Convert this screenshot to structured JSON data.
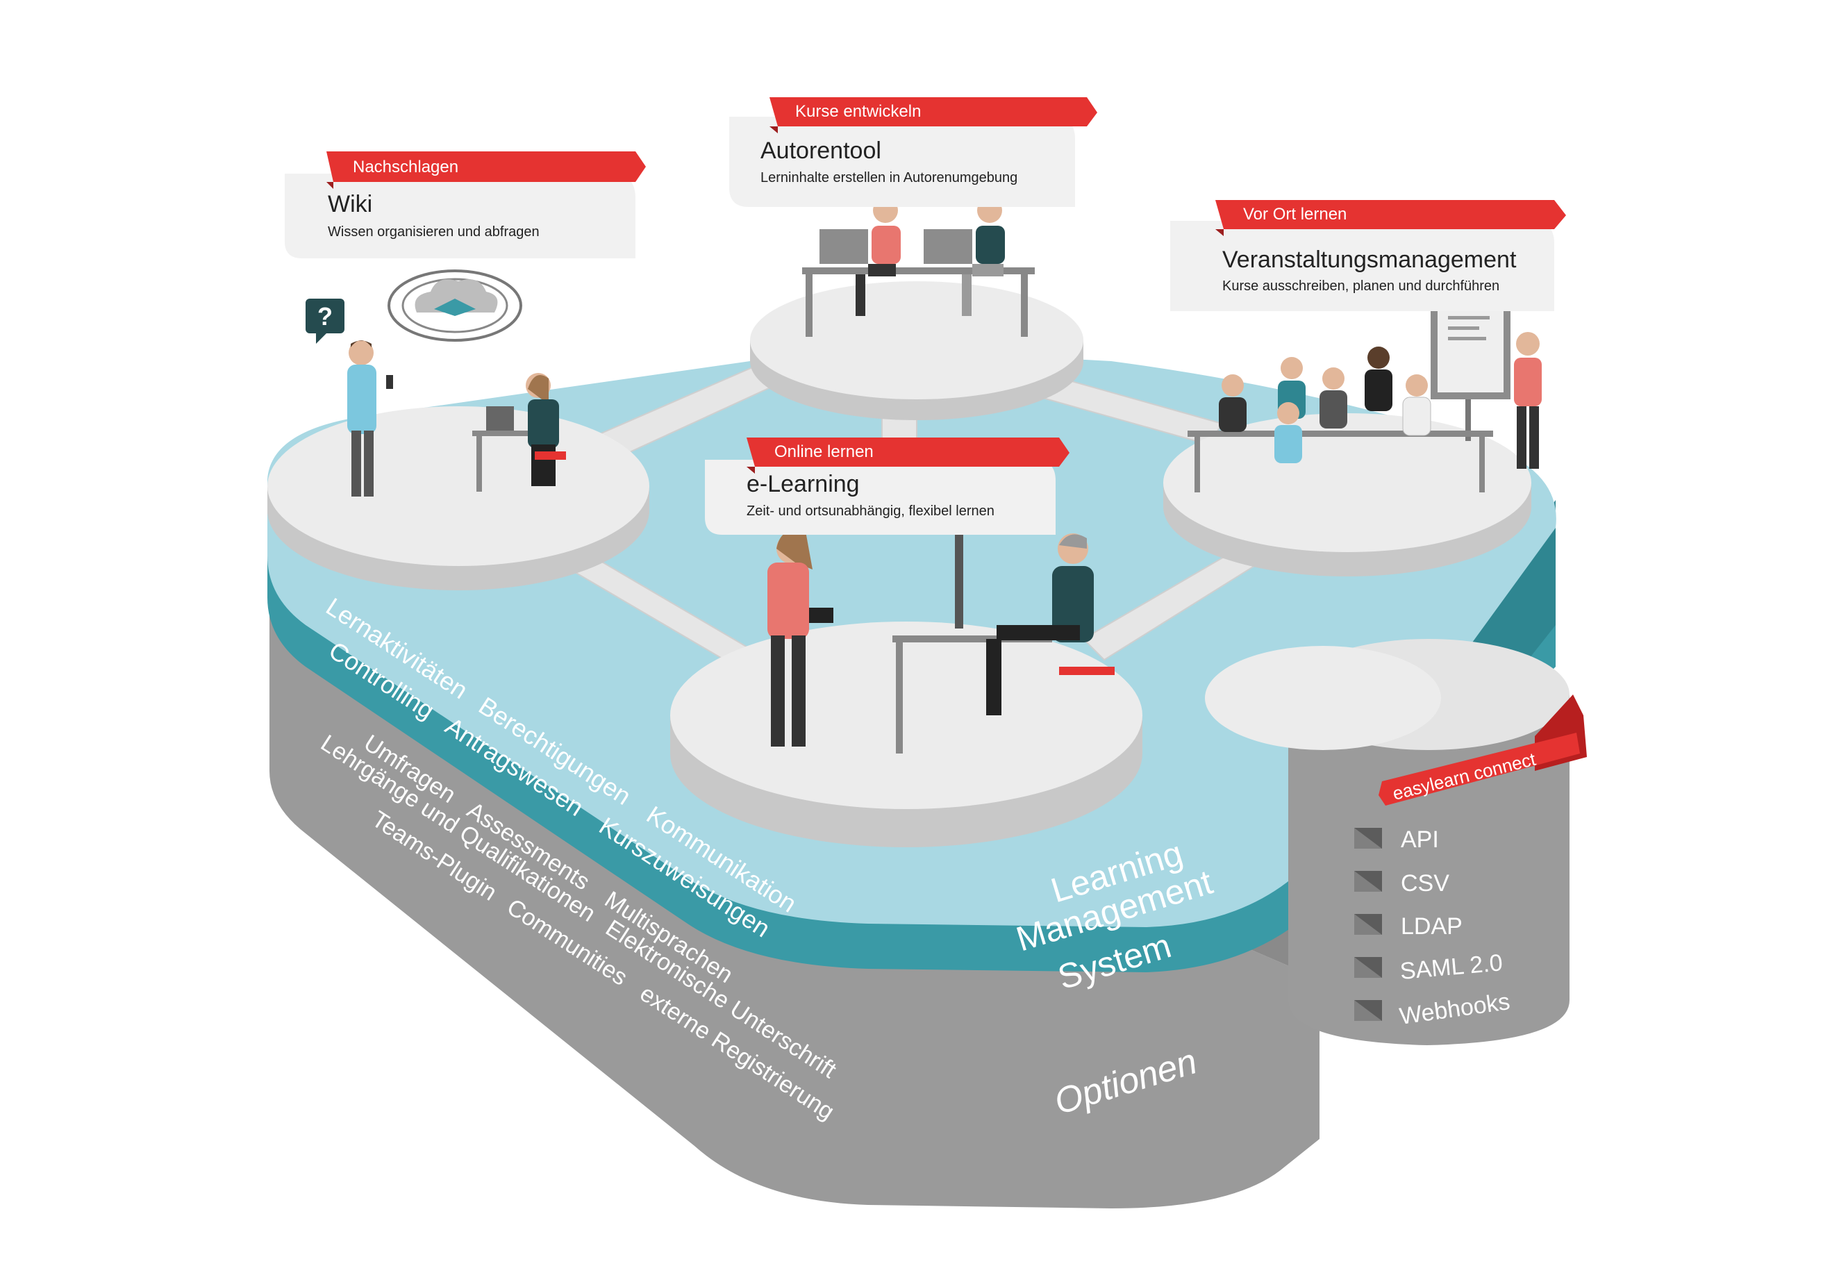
{
  "modules": {
    "wiki": {
      "tag": "Nachschlagen",
      "title": "Wiki",
      "subtitle": "Wissen organisieren und abfragen"
    },
    "autorentool": {
      "tag": "Kurse entwickeln",
      "title": "Autorentool",
      "subtitle": "Lerninhalte erstellen in Autorenumgebung"
    },
    "veranstaltung": {
      "tag": "Vor Ort lernen",
      "title": "Veranstaltungsmanagement",
      "subtitle": "Kurse ausschreiben, planen und durchführen"
    },
    "elearning": {
      "tag": "Online lernen",
      "title": "e-Learning",
      "subtitle": "Zeit- und ortsunabhängig, flexibel lernen"
    }
  },
  "lms": {
    "label_lines": [
      "Learning",
      "Management",
      "System"
    ],
    "features": [
      [
        "Lernaktivitäten",
        "Berechtigungen",
        "Kommunikation"
      ],
      [
        "Controlling",
        "Antragswesen",
        "Kurszuweisungen"
      ]
    ]
  },
  "optionen": {
    "label": "Optionen",
    "features": [
      [
        "Umfragen",
        "Assessments",
        "Multisprachen"
      ],
      [
        "Lehrgänge und Qualifikationen",
        "Elektronische Unterschrift"
      ],
      [
        "Teams-Plugin",
        "Communities",
        "externe Registrierung"
      ]
    ]
  },
  "connect": {
    "tag": "easylearn connect",
    "items": [
      "API",
      "CSV",
      "LDAP",
      "SAML 2.0",
      "Webhooks"
    ]
  },
  "icons": {
    "question": "?"
  },
  "colors": {
    "brand_red": "#e53331",
    "teal": "#3a9aa6",
    "water": "#a9d8e3",
    "gray_base": "#9b9b9b",
    "platform": "#ececec"
  }
}
